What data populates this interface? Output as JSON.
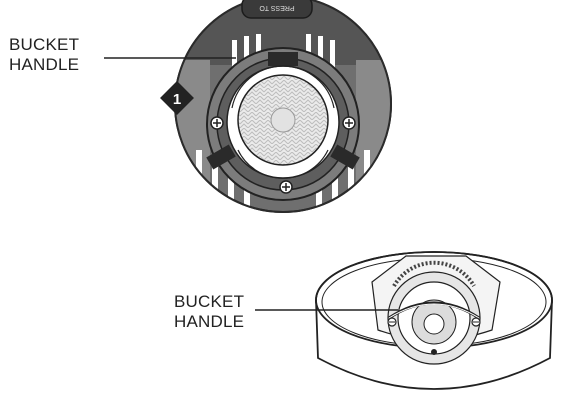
{
  "diagram": {
    "top_view": {
      "callout_line1": "BUCKET",
      "callout_line2": "HANDLE",
      "step_badge": "1",
      "press_label": "PRESS TO"
    },
    "bottom_view": {
      "callout_line1": "BUCKET",
      "callout_line2": "HANDLE"
    }
  }
}
